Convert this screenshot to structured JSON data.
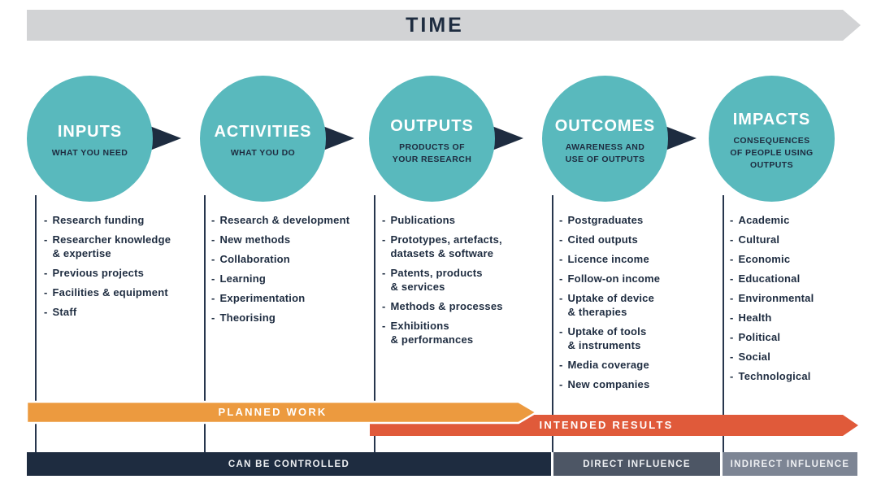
{
  "time_banner": {
    "label": "TIME"
  },
  "stages": [
    {
      "title": "INPUTS",
      "subtitle": "WHAT YOU NEED",
      "items": [
        [
          "Research funding"
        ],
        [
          "Researcher knowledge",
          "& expertise"
        ],
        [
          "Previous projects"
        ],
        [
          "Facilities & equipment"
        ],
        [
          "Staff"
        ]
      ]
    },
    {
      "title": "ACTIVITIES",
      "subtitle": "WHAT YOU DO",
      "items": [
        [
          "Research & development"
        ],
        [
          "New methods"
        ],
        [
          "Collaboration"
        ],
        [
          "Learning"
        ],
        [
          "Experimentation"
        ],
        [
          "Theorising"
        ]
      ]
    },
    {
      "title": "OUTPUTS",
      "subtitle": "PRODUCTS OF\nYOUR RESEARCH",
      "items": [
        [
          "Publications"
        ],
        [
          "Prototypes, artefacts,",
          "datasets & software"
        ],
        [
          "Patents, products",
          "& services"
        ],
        [
          "Methods & processes"
        ],
        [
          "Exhibitions",
          "& performances"
        ]
      ]
    },
    {
      "title": "OUTCOMES",
      "subtitle": "AWARENESS AND\nUSE OF OUTPUTS",
      "items": [
        [
          "Postgraduates"
        ],
        [
          "Cited outputs"
        ],
        [
          "Licence income"
        ],
        [
          "Follow-on income"
        ],
        [
          "Uptake of device",
          "& therapies"
        ],
        [
          "Uptake of tools",
          "& instruments"
        ],
        [
          "Media coverage"
        ],
        [
          "New companies"
        ]
      ]
    },
    {
      "title": "IMPACTS",
      "subtitle": "CONSEQUENCES\nOF PEOPLE USING\nOUTPUTS",
      "items": [
        [
          "Academic"
        ],
        [
          "Cultural"
        ],
        [
          "Economic"
        ],
        [
          "Educational"
        ],
        [
          "Environmental"
        ],
        [
          "Health"
        ],
        [
          "Political"
        ],
        [
          "Social"
        ],
        [
          "Technological"
        ]
      ]
    }
  ],
  "bands": {
    "planned_work": "PLANNED WORK",
    "intended_results": "INTENDED RESULTS"
  },
  "footer": [
    {
      "label": "CAN BE CONTROLLED",
      "color": "#1e2c40"
    },
    {
      "label": "DIRECT INFLUENCE",
      "color": "#4d5665"
    },
    {
      "label": "INDIRECT INFLUENCE",
      "color": "#7d8594"
    }
  ],
  "colors": {
    "teal_circle": "#59b9bd",
    "navy": "#1e2c40",
    "time_bar_gray": "#d2d3d5",
    "planned_work_orange": "#ec9a3f",
    "intended_results_red": "#e05a3a"
  }
}
